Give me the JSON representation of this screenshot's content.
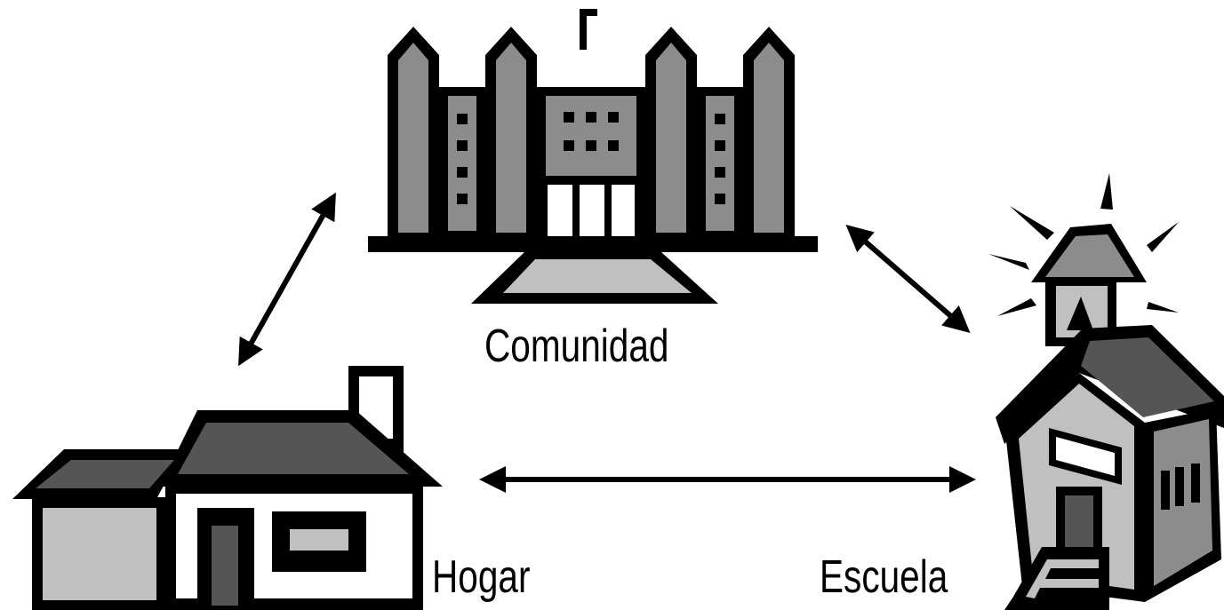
{
  "labels": {
    "community": "Comunidad",
    "home": "Hogar",
    "school": "Escuela"
  },
  "icons": {
    "community": "government-building-icon",
    "home": "house-icon",
    "school": "schoolhouse-icon"
  },
  "connections": [
    {
      "from": "home",
      "to": "community",
      "arrows": "both"
    },
    {
      "from": "community",
      "to": "school",
      "arrows": "both"
    },
    {
      "from": "home",
      "to": "school",
      "arrows": "both"
    }
  ],
  "colors": {
    "ink": "#000000",
    "light_gray": "#c0c0c0",
    "mid_gray": "#8c8c8c",
    "dark_gray": "#555555"
  }
}
